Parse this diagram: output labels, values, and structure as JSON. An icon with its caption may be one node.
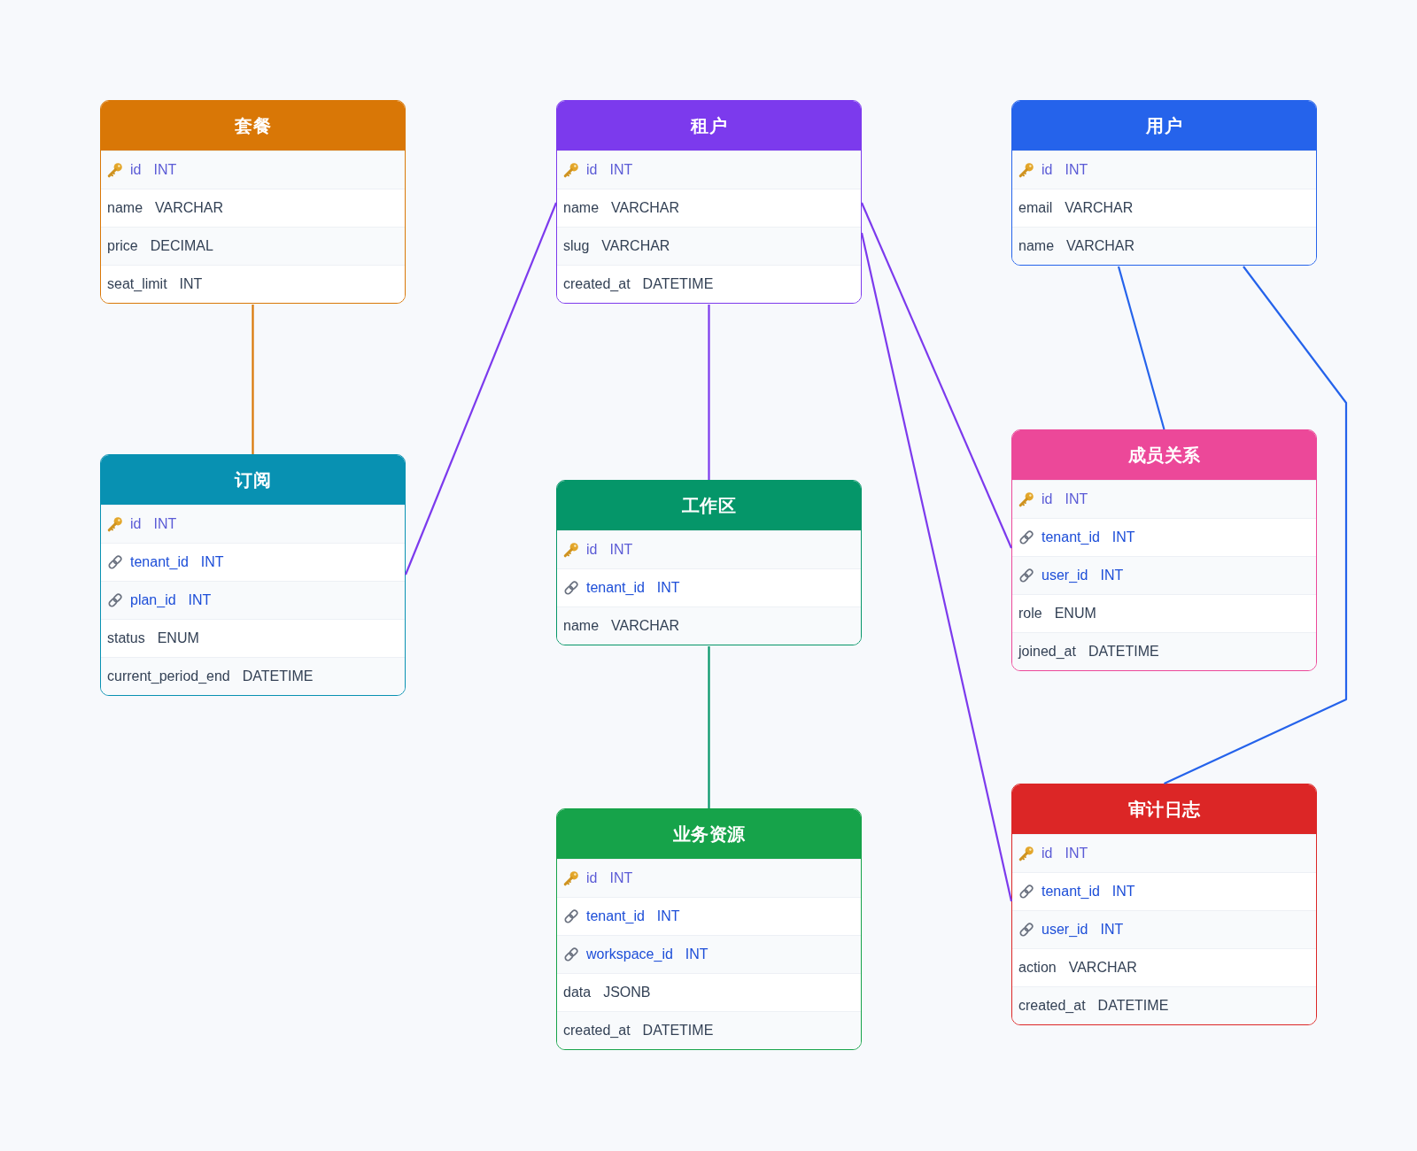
{
  "diagram": {
    "nodes": [
      {
        "text": [
          "套餐"
        ]
      },
      {
        "text": [
          "id",
          "INT"
        ],
        "in": 0
      },
      {
        "text": [
          "name",
          "VARCHAR"
        ],
        "in": 0
      },
      {
        "text": [
          "price",
          "DECIMAL"
        ],
        "in": 0
      },
      {
        "text": [
          "seat_limit",
          "INT"
        ],
        "in": 0
      },
      {
        "text": [
          "租户"
        ]
      },
      {
        "text": [
          "id",
          "INT"
        ],
        "in": 5
      },
      {
        "text": [
          "name",
          "VARCHAR"
        ],
        "in": 5
      },
      {
        "text": [
          "slug",
          "VARCHAR"
        ],
        "in": 5
      },
      {
        "text": [
          "created_at",
          "DATETIME"
        ],
        "in": 5
      },
      {
        "text": [
          "用户"
        ]
      },
      {
        "text": [
          "id",
          "INT"
        ],
        "in": 10
      },
      {
        "text": [
          "email",
          "VARCHAR"
        ],
        "in": 10
      },
      {
        "text": [
          "name",
          "VARCHAR"
        ],
        "in": 10
      },
      {
        "text": [
          "订阅"
        ]
      },
      {
        "text": [
          "id",
          "INT"
        ],
        "in": 14
      },
      {
        "text": [
          "tenant_id",
          "INT"
        ],
        "in": 14
      },
      {
        "text": [
          "plan_id",
          "INT"
        ],
        "in": 14
      },
      {
        "text": [
          "status",
          "ENUM"
        ],
        "in": 14
      },
      {
        "text": [
          "current_period_end",
          "DATETIME"
        ],
        "in": 14
      },
      {
        "text": [
          "工作区"
        ]
      },
      {
        "text": [
          "id",
          "INT"
        ],
        "in": 20
      },
      {
        "text": [
          "tenant_id",
          "INT"
        ],
        "in": 20
      },
      {
        "text": [
          "name",
          "VARCHAR"
        ],
        "in": 20
      },
      {
        "text": [
          "成员关系"
        ]
      },
      {
        "text": [
          "id",
          "INT"
        ],
        "in": 24
      },
      {
        "text": [
          "tenant_id",
          "INT"
        ],
        "in": 24
      },
      {
        "text": [
          "user_id",
          "INT"
        ],
        "in": 24
      },
      {
        "text": [
          "role",
          "ENUM"
        ],
        "in": 24
      },
      {
        "text": [
          "joined_at",
          "DATETIME"
        ],
        "in": 24
      },
      {
        "text": [
          "业务资源"
        ]
      },
      {
        "text": [
          "id",
          "INT"
        ],
        "in": 30
      },
      {
        "text": [
          "tenant_id",
          "INT"
        ],
        "in": 30
      },
      {
        "text": [
          "workspace_id",
          "INT"
        ],
        "in": 30
      },
      {
        "text": [
          "data",
          "JSONB"
        ],
        "in": 30
      },
      {
        "text": [
          "created_at",
          "DATETIME"
        ],
        "in": 30
      },
      {
        "text": [
          "审计日志"
        ]
      },
      {
        "text": [
          "id",
          "INT"
        ],
        "in": 36
      },
      {
        "text": [
          "tenant_id",
          "INT"
        ],
        "in": 36
      },
      {
        "text": [
          "user_id",
          "INT"
        ],
        "in": 36
      },
      {
        "text": [
          "action",
          "VARCHAR"
        ],
        "in": 36
      },
      {
        "text": [
          "created_at",
          "DATETIME"
        ],
        "in": 36
      }
    ],
    "edges": [
      {
        "from": 0,
        "to": 14,
        "arrow": "none",
        "color": "#d97706"
      },
      {
        "from": 5,
        "to": 14,
        "arrow": "none"
      },
      {
        "from": 5,
        "to": 20,
        "arrow": "none"
      },
      {
        "from": 5,
        "to": 24,
        "arrow": "none"
      },
      {
        "from": 5,
        "to": 36,
        "arrow": "none"
      },
      {
        "from": 10,
        "to": 24,
        "arrow": "none",
        "color": "#2563eb"
      },
      {
        "from": 10,
        "to": 36,
        "arrow": "none",
        "color": "#2563eb"
      },
      {
        "from": 20,
        "to": 30,
        "arrow": "none",
        "color": "#059669"
      }
    ]
  }
}
